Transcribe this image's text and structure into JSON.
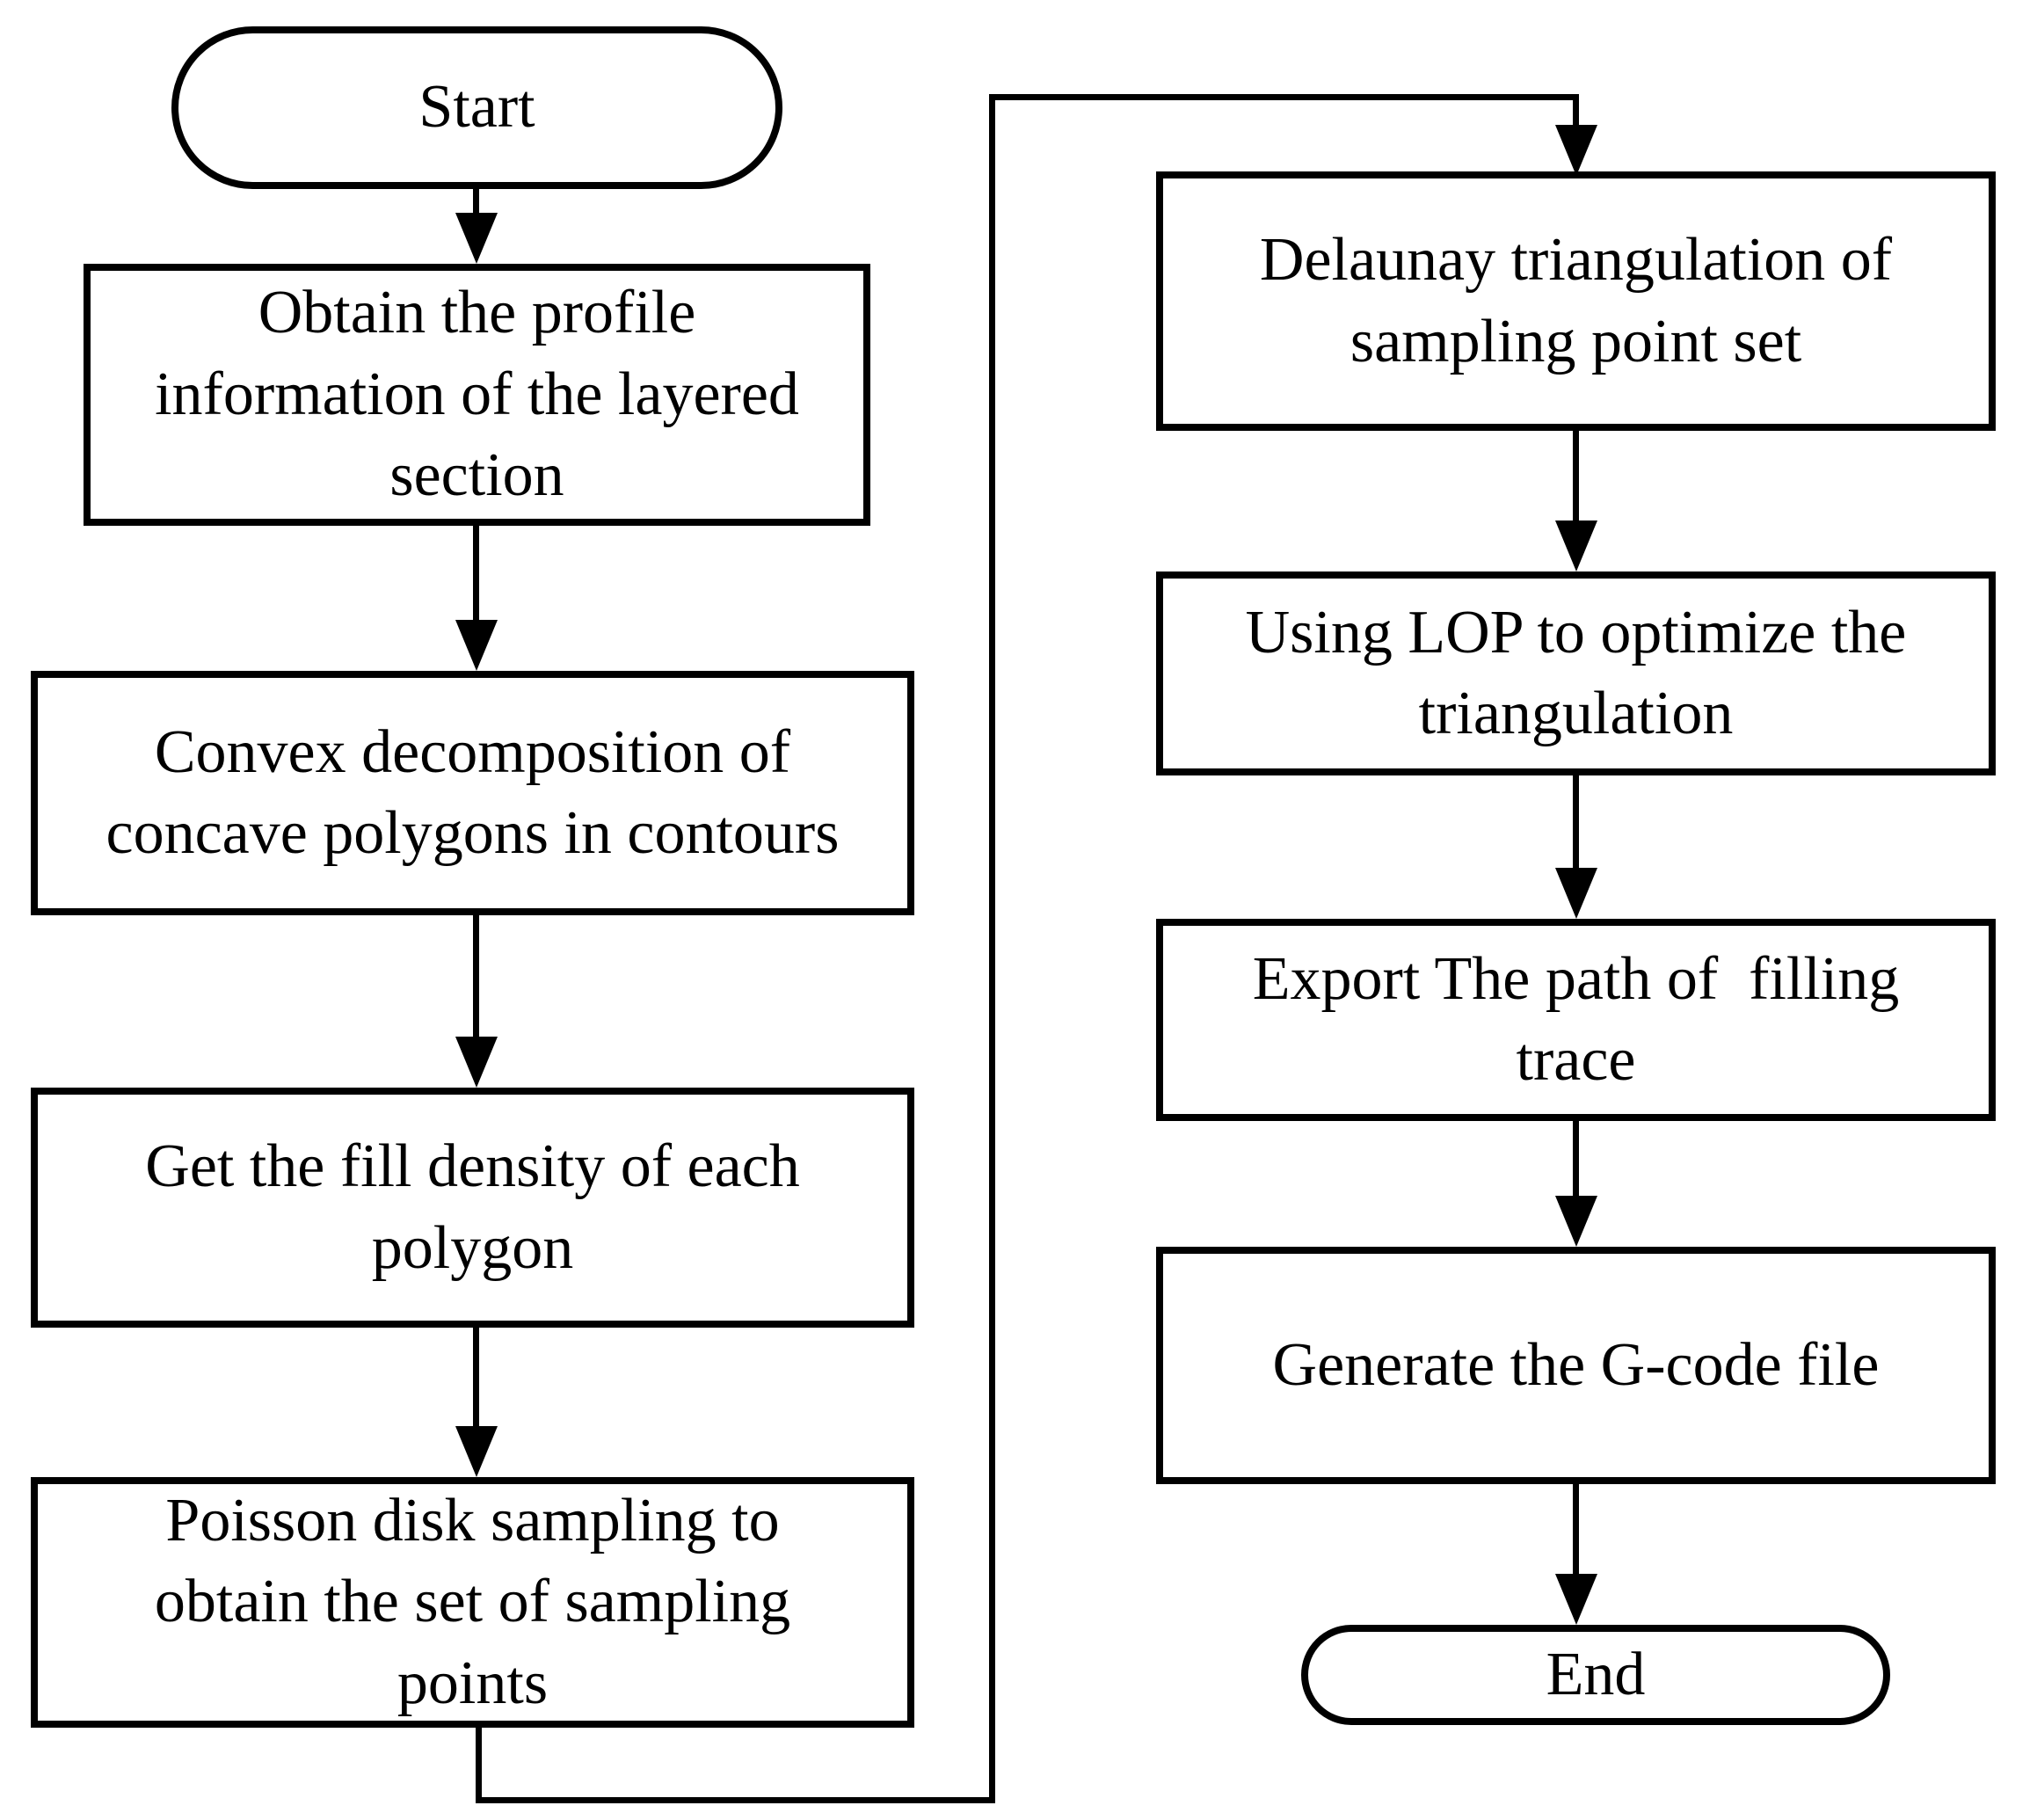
{
  "diagram": {
    "type": "flowchart",
    "colors": {
      "line": "#000000",
      "background": "#ffffff",
      "node_fill": "#ffffff",
      "text": "#000000"
    },
    "nodes": {
      "start": {
        "shape": "stadium",
        "label": "Start"
      },
      "obtain_profile": {
        "shape": "rect",
        "label": "Obtain the profile\ninformation of the layered\nsection"
      },
      "convex_decomposition": {
        "shape": "rect",
        "label": "Convex decomposition of\nconcave polygons in contours"
      },
      "fill_density": {
        "shape": "rect",
        "label": "Get the fill density of each\npolygon"
      },
      "poisson_sampling": {
        "shape": "rect",
        "label": "Poisson disk sampling to\nobtain the set of sampling\npoints"
      },
      "delaunay": {
        "shape": "rect",
        "label": "Delaunay triangulation of\nsampling point set"
      },
      "lop_optimize": {
        "shape": "rect",
        "label": "Using LOP to optimize the\ntriangulation"
      },
      "export_path": {
        "shape": "rect",
        "label": "Export The path of  filling\ntrace"
      },
      "generate_gcode": {
        "shape": "rect",
        "label": "Generate the G-code file"
      },
      "end": {
        "shape": "stadium",
        "label": "End"
      }
    },
    "edges": [
      {
        "from": "start",
        "to": "obtain_profile"
      },
      {
        "from": "obtain_profile",
        "to": "convex_decomposition"
      },
      {
        "from": "convex_decomposition",
        "to": "fill_density"
      },
      {
        "from": "fill_density",
        "to": "poisson_sampling"
      },
      {
        "from": "poisson_sampling",
        "to": "delaunay",
        "routing": "down-right-up-right elbow"
      },
      {
        "from": "delaunay",
        "to": "lop_optimize"
      },
      {
        "from": "lop_optimize",
        "to": "export_path"
      },
      {
        "from": "export_path",
        "to": "generate_gcode"
      },
      {
        "from": "generate_gcode",
        "to": "end"
      }
    ]
  }
}
